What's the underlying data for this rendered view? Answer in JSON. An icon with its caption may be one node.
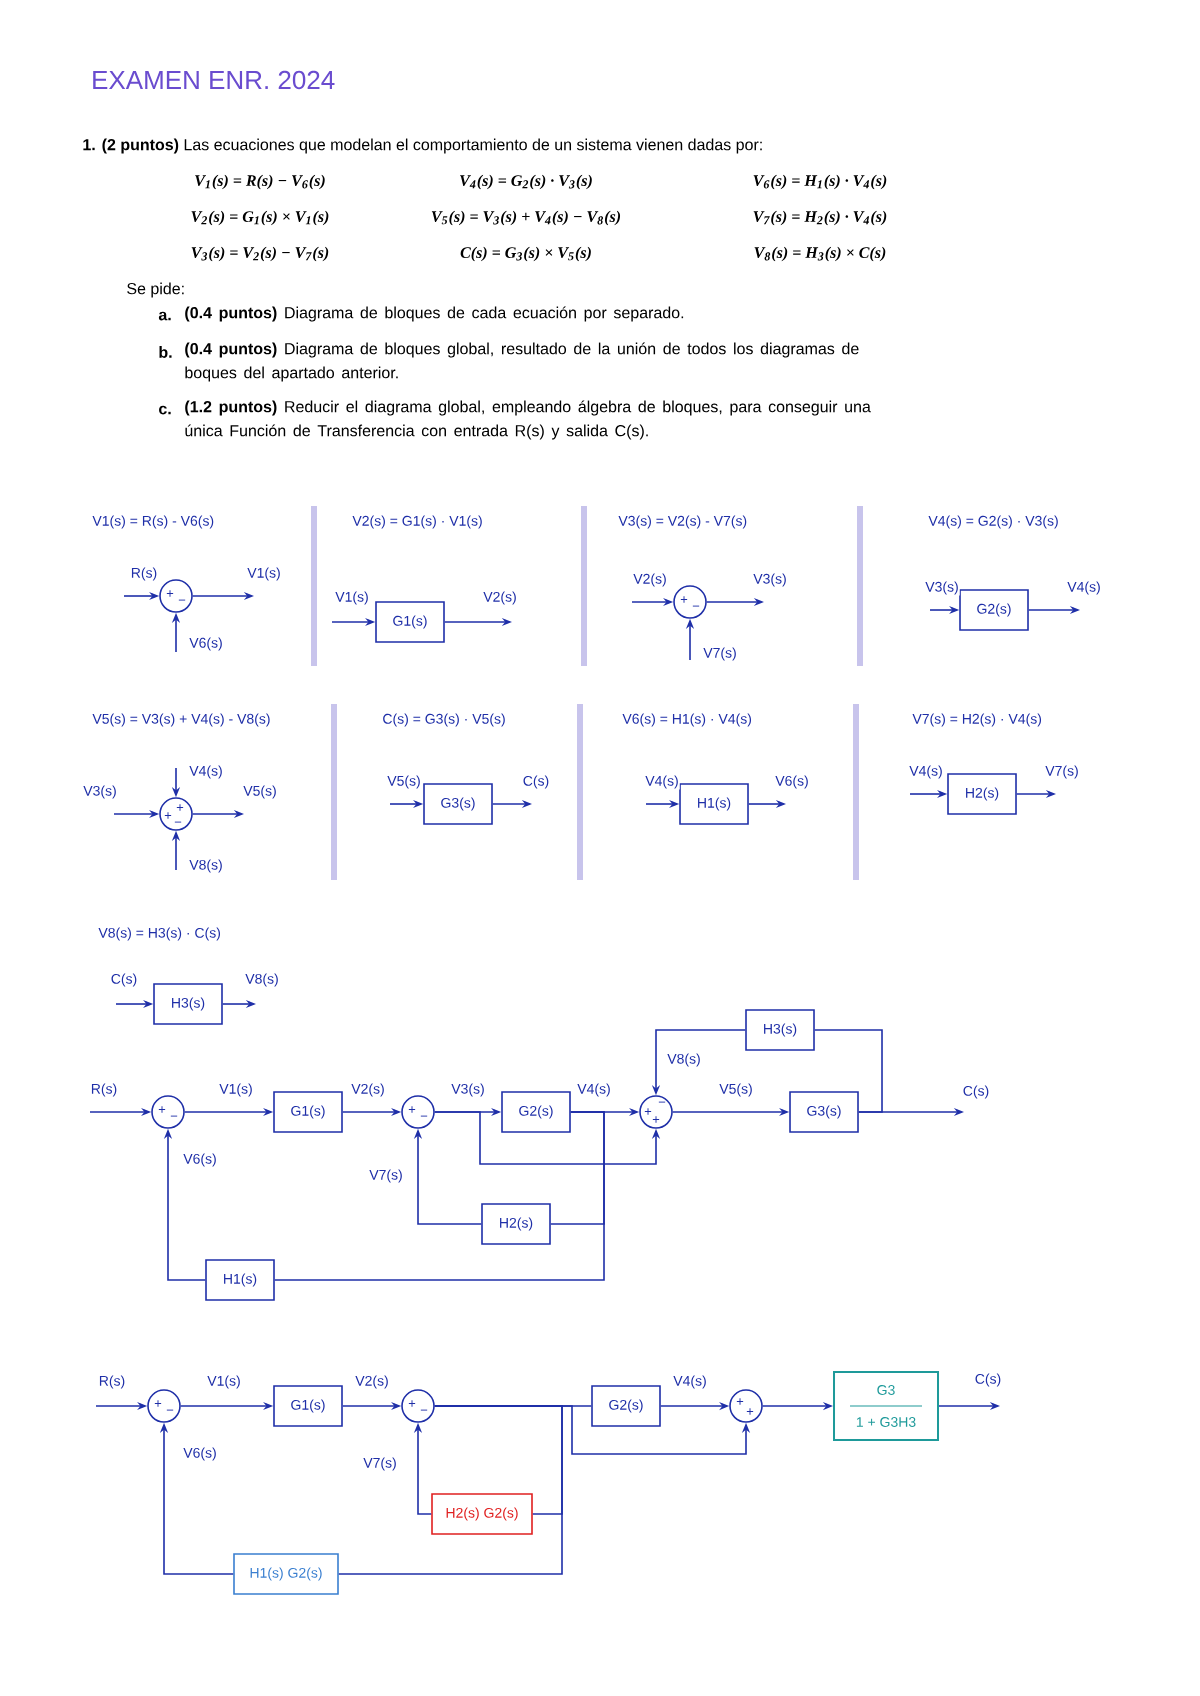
{
  "diagram": {
    "title": "EXAMEN ENR. 2024",
    "nodes": [
      {
        "text": [
          "+",
          "−"
        ]
      },
      {
        "text": [
          "G1(s)"
        ]
      },
      {
        "text": [
          "+",
          "−"
        ]
      },
      {
        "text": [
          "G2(s)"
        ]
      },
      {
        "text": [
          "+",
          "+",
          "−"
        ]
      },
      {
        "text": [
          "G3(s)"
        ]
      },
      {
        "text": [
          "H1(s)"
        ]
      },
      {
        "text": [
          "H2(s)"
        ]
      },
      {
        "text": [
          "H3(s)"
        ]
      },
      {
        "text": [
          "+",
          "−"
        ]
      },
      {
        "text": [
          "G1(s)"
        ]
      },
      {
        "text": [
          "+",
          "−"
        ]
      },
      {
        "text": [
          "G2(s)"
        ]
      },
      {
        "text": [
          "+",
          "−",
          "+"
        ]
      },
      {
        "text": [
          "G3(s)"
        ]
      },
      {
        "text": [
          "H3(s)"
        ]
      },
      {
        "text": [
          "H2(s)"
        ]
      },
      {
        "text": [
          "H1(s)"
        ]
      },
      {
        "text": [
          "+",
          "−"
        ]
      },
      {
        "text": [
          "G1(s)"
        ]
      },
      {
        "text": [
          "+",
          "−"
        ]
      },
      {
        "text": [
          "G2(s)"
        ]
      },
      {
        "text": [
          "+",
          "+"
        ]
      },
      {
        "text": [
          "G3",
          "1 + G3H3"
        ]
      },
      {
        "text": [
          "H2(s) G2(s)"
        ]
      },
      {
        "text": [
          "H1(s) G2(s)"
        ]
      }
    ],
    "edges": [
      {
        "from": null,
        "to": 0,
        "arrow": "to",
        "label": "R(s)"
      },
      {
        "from": 0,
        "to": null,
        "arrow": "to",
        "label": "V1(s)"
      },
      {
        "from": null,
        "to": 0,
        "arrow": "to",
        "label": "V6(s)"
      },
      {
        "from": null,
        "to": 1,
        "arrow": "to",
        "label": "V1(s)"
      },
      {
        "from": 1,
        "to": null,
        "arrow": "to",
        "label": "V2(s)"
      },
      {
        "from": null,
        "to": 2,
        "arrow": "to",
        "label": "V2(s)"
      },
      {
        "from": 2,
        "to": null,
        "arrow": "to",
        "label": "V3(s)"
      },
      {
        "from": null,
        "to": 2,
        "arrow": "to",
        "label": "V7(s)"
      },
      {
        "from": null,
        "to": 3,
        "arrow": "to",
        "label": "V3(s)"
      },
      {
        "from": 3,
        "to": null,
        "arrow": "to",
        "label": "V4(s)"
      },
      {
        "from": null,
        "to": 4,
        "arrow": "to",
        "label": "V3(s)"
      },
      {
        "from": null,
        "to": 4,
        "arrow": "to",
        "label": "V4(s)"
      },
      {
        "from": null,
        "to": 4,
        "arrow": "to",
        "label": "V8(s)"
      },
      {
        "from": 4,
        "to": null,
        "arrow": "to",
        "label": "V5(s)"
      },
      {
        "from": null,
        "to": 5,
        "arrow": "to",
        "label": "V5(s)"
      },
      {
        "from": 5,
        "to": null,
        "arrow": "to",
        "label": "C(s)"
      },
      {
        "from": null,
        "to": 6,
        "arrow": "to",
        "label": "V4(s)"
      },
      {
        "from": 6,
        "to": null,
        "arrow": "to",
        "label": "V6(s)"
      },
      {
        "from": null,
        "to": 7,
        "arrow": "to",
        "label": "V4(s)"
      },
      {
        "from": 7,
        "to": null,
        "arrow": "to",
        "label": "V7(s)"
      },
      {
        "from": null,
        "to": 8,
        "arrow": "to",
        "label": "C(s)"
      },
      {
        "from": 8,
        "to": null,
        "arrow": "to",
        "label": "V8(s)"
      },
      {
        "from": null,
        "to": 9,
        "arrow": "to",
        "label": "R(s)"
      },
      {
        "from": 9,
        "to": 10,
        "arrow": "to",
        "label": "V1(s)"
      },
      {
        "from": 10,
        "to": 11,
        "arrow": "to",
        "label": "V2(s)"
      },
      {
        "from": 11,
        "to": 12,
        "arrow": "to",
        "label": "V3(s)"
      },
      {
        "from": 12,
        "to": 13,
        "arrow": "to",
        "label": "V4(s)"
      },
      {
        "from": 13,
        "to": 14,
        "arrow": "to",
        "label": "V5(s)"
      },
      {
        "from": 14,
        "to": null,
        "arrow": "to",
        "label": "C(s)"
      },
      {
        "from": 14,
        "to": 15,
        "arrow": "none"
      },
      {
        "from": 15,
        "to": 13,
        "arrow": "to",
        "label": "V8(s)"
      },
      {
        "from": 11,
        "to": 13,
        "arrow": "to"
      },
      {
        "from": 12,
        "to": 16,
        "arrow": "none"
      },
      {
        "from": 16,
        "to": 11,
        "arrow": "to",
        "label": "V7(s)"
      },
      {
        "from": 12,
        "to": 17,
        "arrow": "none"
      },
      {
        "from": 17,
        "to": 9,
        "arrow": "to",
        "label": "V6(s)"
      },
      {
        "from": null,
        "to": 18,
        "arrow": "to",
        "label": "R(s)"
      },
      {
        "from": 18,
        "to": 19,
        "arrow": "to",
        "label": "V1(s)"
      },
      {
        "from": 19,
        "to": 20,
        "arrow": "to",
        "label": "V2(s)"
      },
      {
        "from": 20,
        "to": 21,
        "arrow": "none"
      },
      {
        "from": 21,
        "to": 22,
        "arrow": "to",
        "label": "V4(s)"
      },
      {
        "from": 22,
        "to": 23,
        "arrow": "to"
      },
      {
        "from": 23,
        "to": null,
        "arrow": "to",
        "label": "C(s)"
      },
      {
        "from": 20,
        "to": 22,
        "arrow": "to"
      },
      {
        "from": 20,
        "to": 24,
        "arrow": "none"
      },
      {
        "from": 24,
        "to": 20,
        "arrow": "to",
        "label": "V7(s)"
      },
      {
        "from": 20,
        "to": 25,
        "arrow": "none"
      },
      {
        "from": 25,
        "to": 18,
        "arrow": "to",
        "label": "V6(s)"
      }
    ],
    "labels": [
      "**1. (2 puntos)** Las ecuaciones que modelan el comportamiento de un sistema vienen dadas por:",
      "V$_{1}$(s) = R(s) − V$_{6}$(s)",
      "V$_{4}$(s) = G$_{2}$(s) · V$_{3}$(s)",
      "V$_{6}$(s) = H$_{1}$(s) · V$_{4}$(s)",
      "V$_{2}$(s) = G$_{1}$(s) × V$_{1}$(s)",
      "V$_{5}$(s) = V$_{3}$(s) + V$_{4}$(s) − V$_{8}$(s)",
      "V$_{7}$(s) = H$_{2}$(s) · V$_{4}$(s)",
      "V$_{3}$(s) = V$_{2}$(s) − V$_{7}$(s)",
      "C(s) = G$_{3}$(s) × V$_{5}$(s)",
      "V$_{8}$(s) = H$_{3}$(s) × C(s)",
      "Se pide:",
      "a.",
      "**(0.4 puntos)** Diagrama de bloques de cada ecuación por separado.",
      "b.",
      "**(0.4 puntos)** Diagrama de bloques global, resultado de la unión de todos los diagramas de boques del apartado anterior.",
      "c.",
      "**(1.2 puntos)** Reducir el diagrama global, empleando álgebra de bloques, para conseguir una única Función de Transferencia con entrada R(s) y salida C(s).",
      "V1(s) = R(s) - V6(s)",
      "V2(s) = G1(s) · V1(s)",
      "V3(s) = V2(s) - V7(s)",
      "V4(s) = G2(s) · V3(s)",
      "V5(s) = V3(s) + V4(s) - V8(s)",
      "C(s) = G3(s) · V5(s)",
      "V6(s) = H1(s) · V4(s)",
      "V7(s) = H2(s) · V4(s)",
      "V8(s) = H3(s) · C(s)"
    ]
  }
}
